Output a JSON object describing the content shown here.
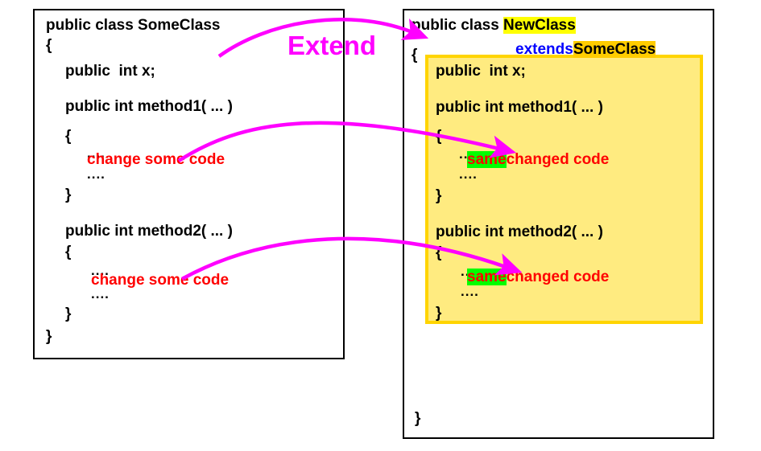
{
  "diagram": {
    "title": "Extend",
    "accent_arrow_color": "#ff00ff",
    "highlight_new_class_color": "#ffff00",
    "highlight_base_class_color": "#ffcc00",
    "highlight_same_color": "#00ff00",
    "subclass_box_fill": "#ffeb80",
    "subclass_box_border": "#ffd400",
    "changed_code_color": "#ff0000",
    "keyword_color": "#0000ff"
  },
  "left_panel": {
    "name": "original-class",
    "lines": {
      "declaration": "public class SomeClass",
      "open_brace": "{",
      "field": "public  int x;",
      "method1_signature": "public int method1( ... )",
      "method1_open_brace": "{",
      "method1_dots_top": "....",
      "method1_changed": "change some code",
      "method1_dots_bottom": "....",
      "method1_close_brace": "}",
      "method2_signature": "public int method2( ... )",
      "method2_open_brace": "{",
      "method2_dots_top": "....",
      "method2_changed": "change some code",
      "method2_dots_bottom": "....",
      "method2_close_brace": "}",
      "close_brace": "}"
    }
  },
  "right_panel": {
    "name": "subclass",
    "lines": {
      "declaration_prefix": "public class ",
      "declaration_class": "NewClass",
      "extends_keyword": "extends",
      "extends_base": "SomeClass",
      "open_brace": "{",
      "field": "public  int x;",
      "method1_signature": "public int method1( ... )",
      "method1_open_brace": "{",
      "method1_dots_top": "....",
      "method1_same": "same",
      "method1_changed": "changed code",
      "method1_dots_bottom": "....",
      "method1_close_brace": "}",
      "method2_signature": "public int method2( ... )",
      "method2_open_brace": "{",
      "method2_dots_top": "....",
      "method2_same": "same",
      "method2_changed": "changed code",
      "method2_dots_bottom": "....",
      "method2_close_brace": "}",
      "close_brace": "}"
    }
  },
  "arrows": [
    {
      "name": "extend-arrow",
      "label": "Extend"
    },
    {
      "name": "method1-arrow",
      "label": ""
    },
    {
      "name": "method2-arrow",
      "label": ""
    }
  ]
}
